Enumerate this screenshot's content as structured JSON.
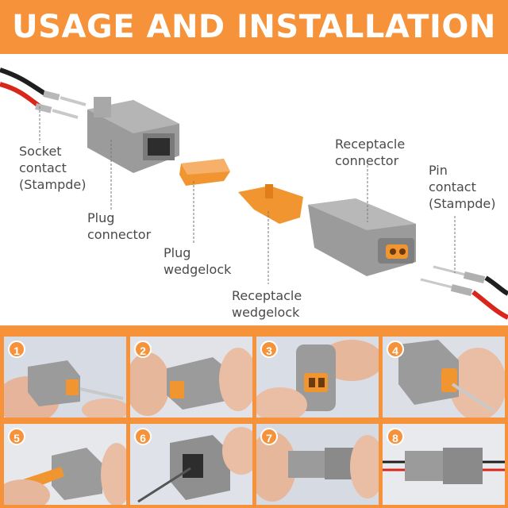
{
  "header": {
    "title": "USAGE AND INSTALLATION"
  },
  "diagram": {
    "labels": {
      "socket_contact": "Socket\ncontact\n(Stampde)",
      "plug_connector": "Plug\nconnector",
      "plug_wedgelock": "Plug\nwedgelock",
      "receptacle_wedgelock": "Receptacle\nwedgelock",
      "receptacle_connector": "Receptacle\nconnector",
      "pin_contact": "Pin\ncontact\n(Stampde)"
    }
  },
  "steps": [
    {
      "number": "1"
    },
    {
      "number": "2"
    },
    {
      "number": "3"
    },
    {
      "number": "4"
    },
    {
      "number": "5"
    },
    {
      "number": "6"
    },
    {
      "number": "7"
    },
    {
      "number": "8"
    }
  ],
  "colors": {
    "accent": "#f5923a",
    "connector_grey": "#9b9b9b",
    "wedgelock_orange": "#f0952f",
    "wire_red": "#d9261c",
    "wire_black": "#1f1f1f"
  }
}
